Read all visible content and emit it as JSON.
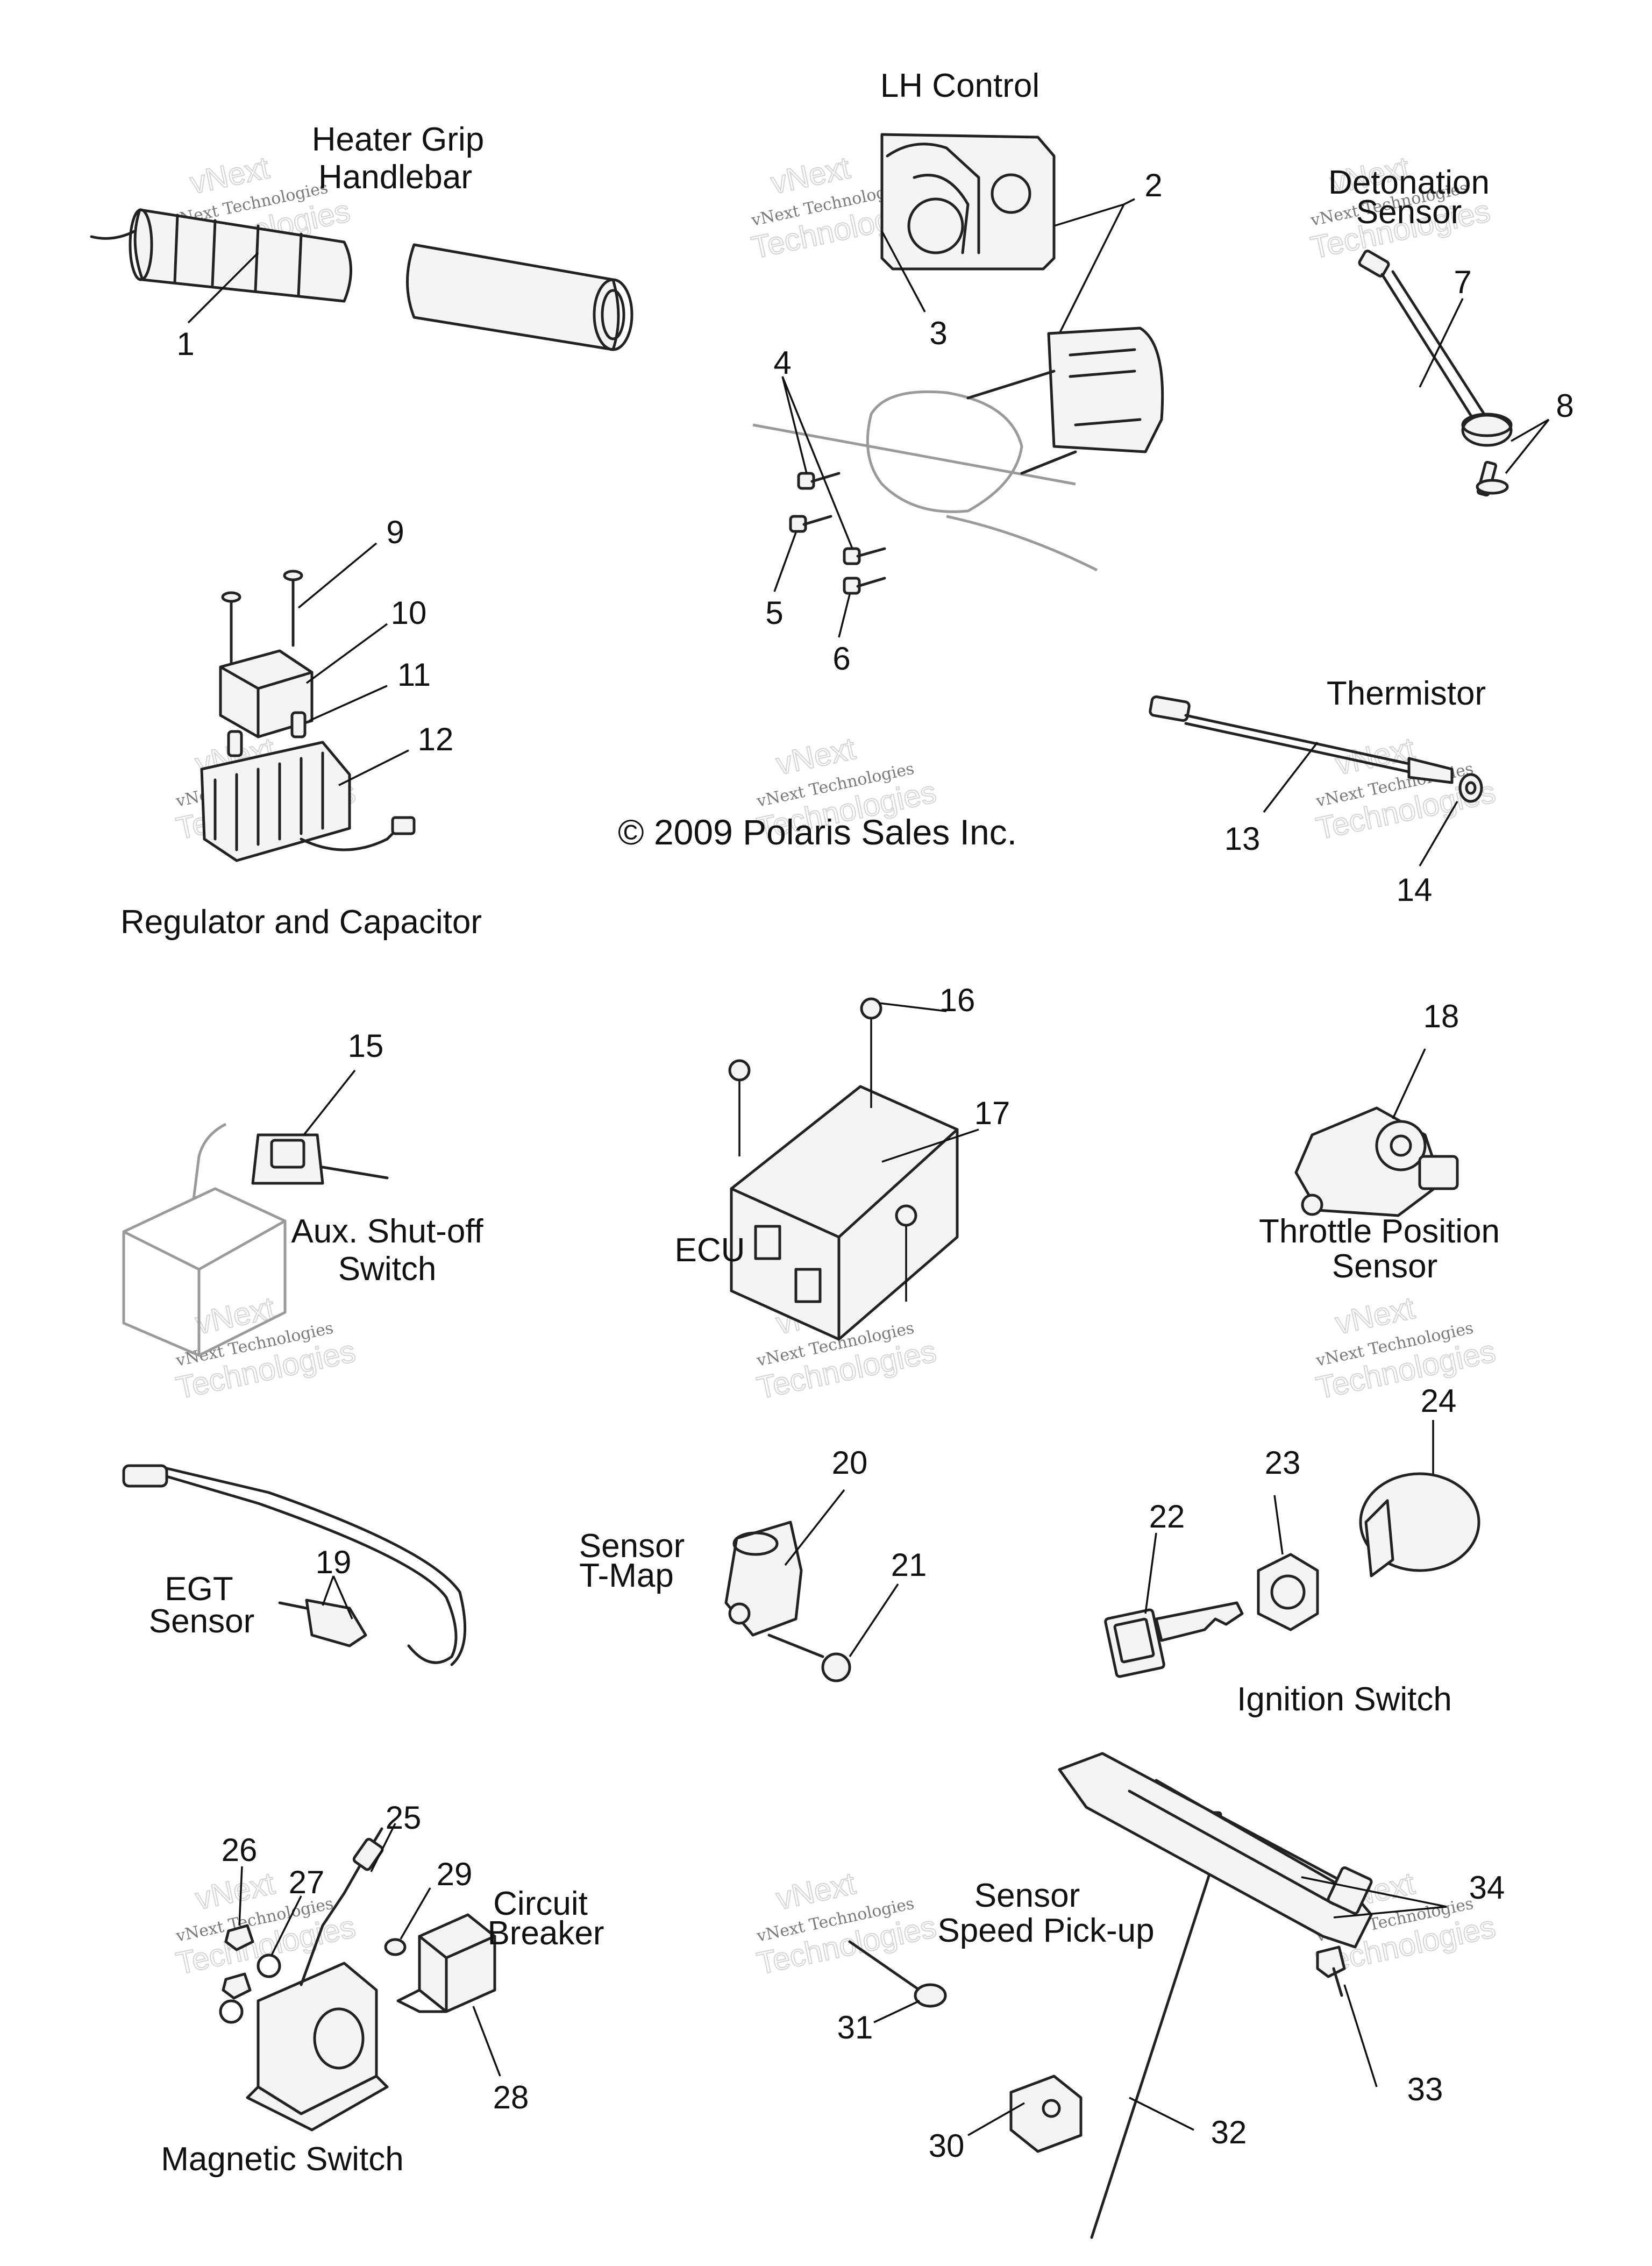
{
  "captions": {
    "heater_grip": [
      "Heater Grip",
      "Handlebar"
    ],
    "lh_control": "LH Control",
    "detonation_sensor": [
      "Detonation",
      "Sensor"
    ],
    "thermistor": "Thermistor",
    "regulator_capacitor": "Regulator and Capacitor",
    "aux_shutoff": [
      "Aux. Shut-off",
      "Switch"
    ],
    "ecu": "ECU",
    "throttle_position": [
      "Throttle Position",
      "Sensor"
    ],
    "egt_sensor": [
      "EGT",
      "Sensor"
    ],
    "sensor_tmap": [
      "Sensor",
      "T-Map"
    ],
    "ignition_switch": "Ignition Switch",
    "circuit_breaker": [
      "Circuit",
      "Breaker"
    ],
    "sensor_speed": [
      "Sensor",
      "Speed Pick-up"
    ],
    "magnetic_switch": "Magnetic Switch"
  },
  "copyright": "© 2009 Polaris Sales Inc.",
  "watermark": {
    "line1": "vNext Technologies",
    "line2": "vNext",
    "line3": "Technologies"
  },
  "callouts": [
    "1",
    "2",
    "3",
    "4",
    "5",
    "6",
    "7",
    "8",
    "9",
    "10",
    "11",
    "12",
    "13",
    "14",
    "15",
    "16",
    "17",
    "18",
    "19",
    "20",
    "21",
    "22",
    "23",
    "24",
    "25",
    "26",
    "27",
    "28",
    "29",
    "30",
    "31",
    "32",
    "33",
    "34"
  ]
}
